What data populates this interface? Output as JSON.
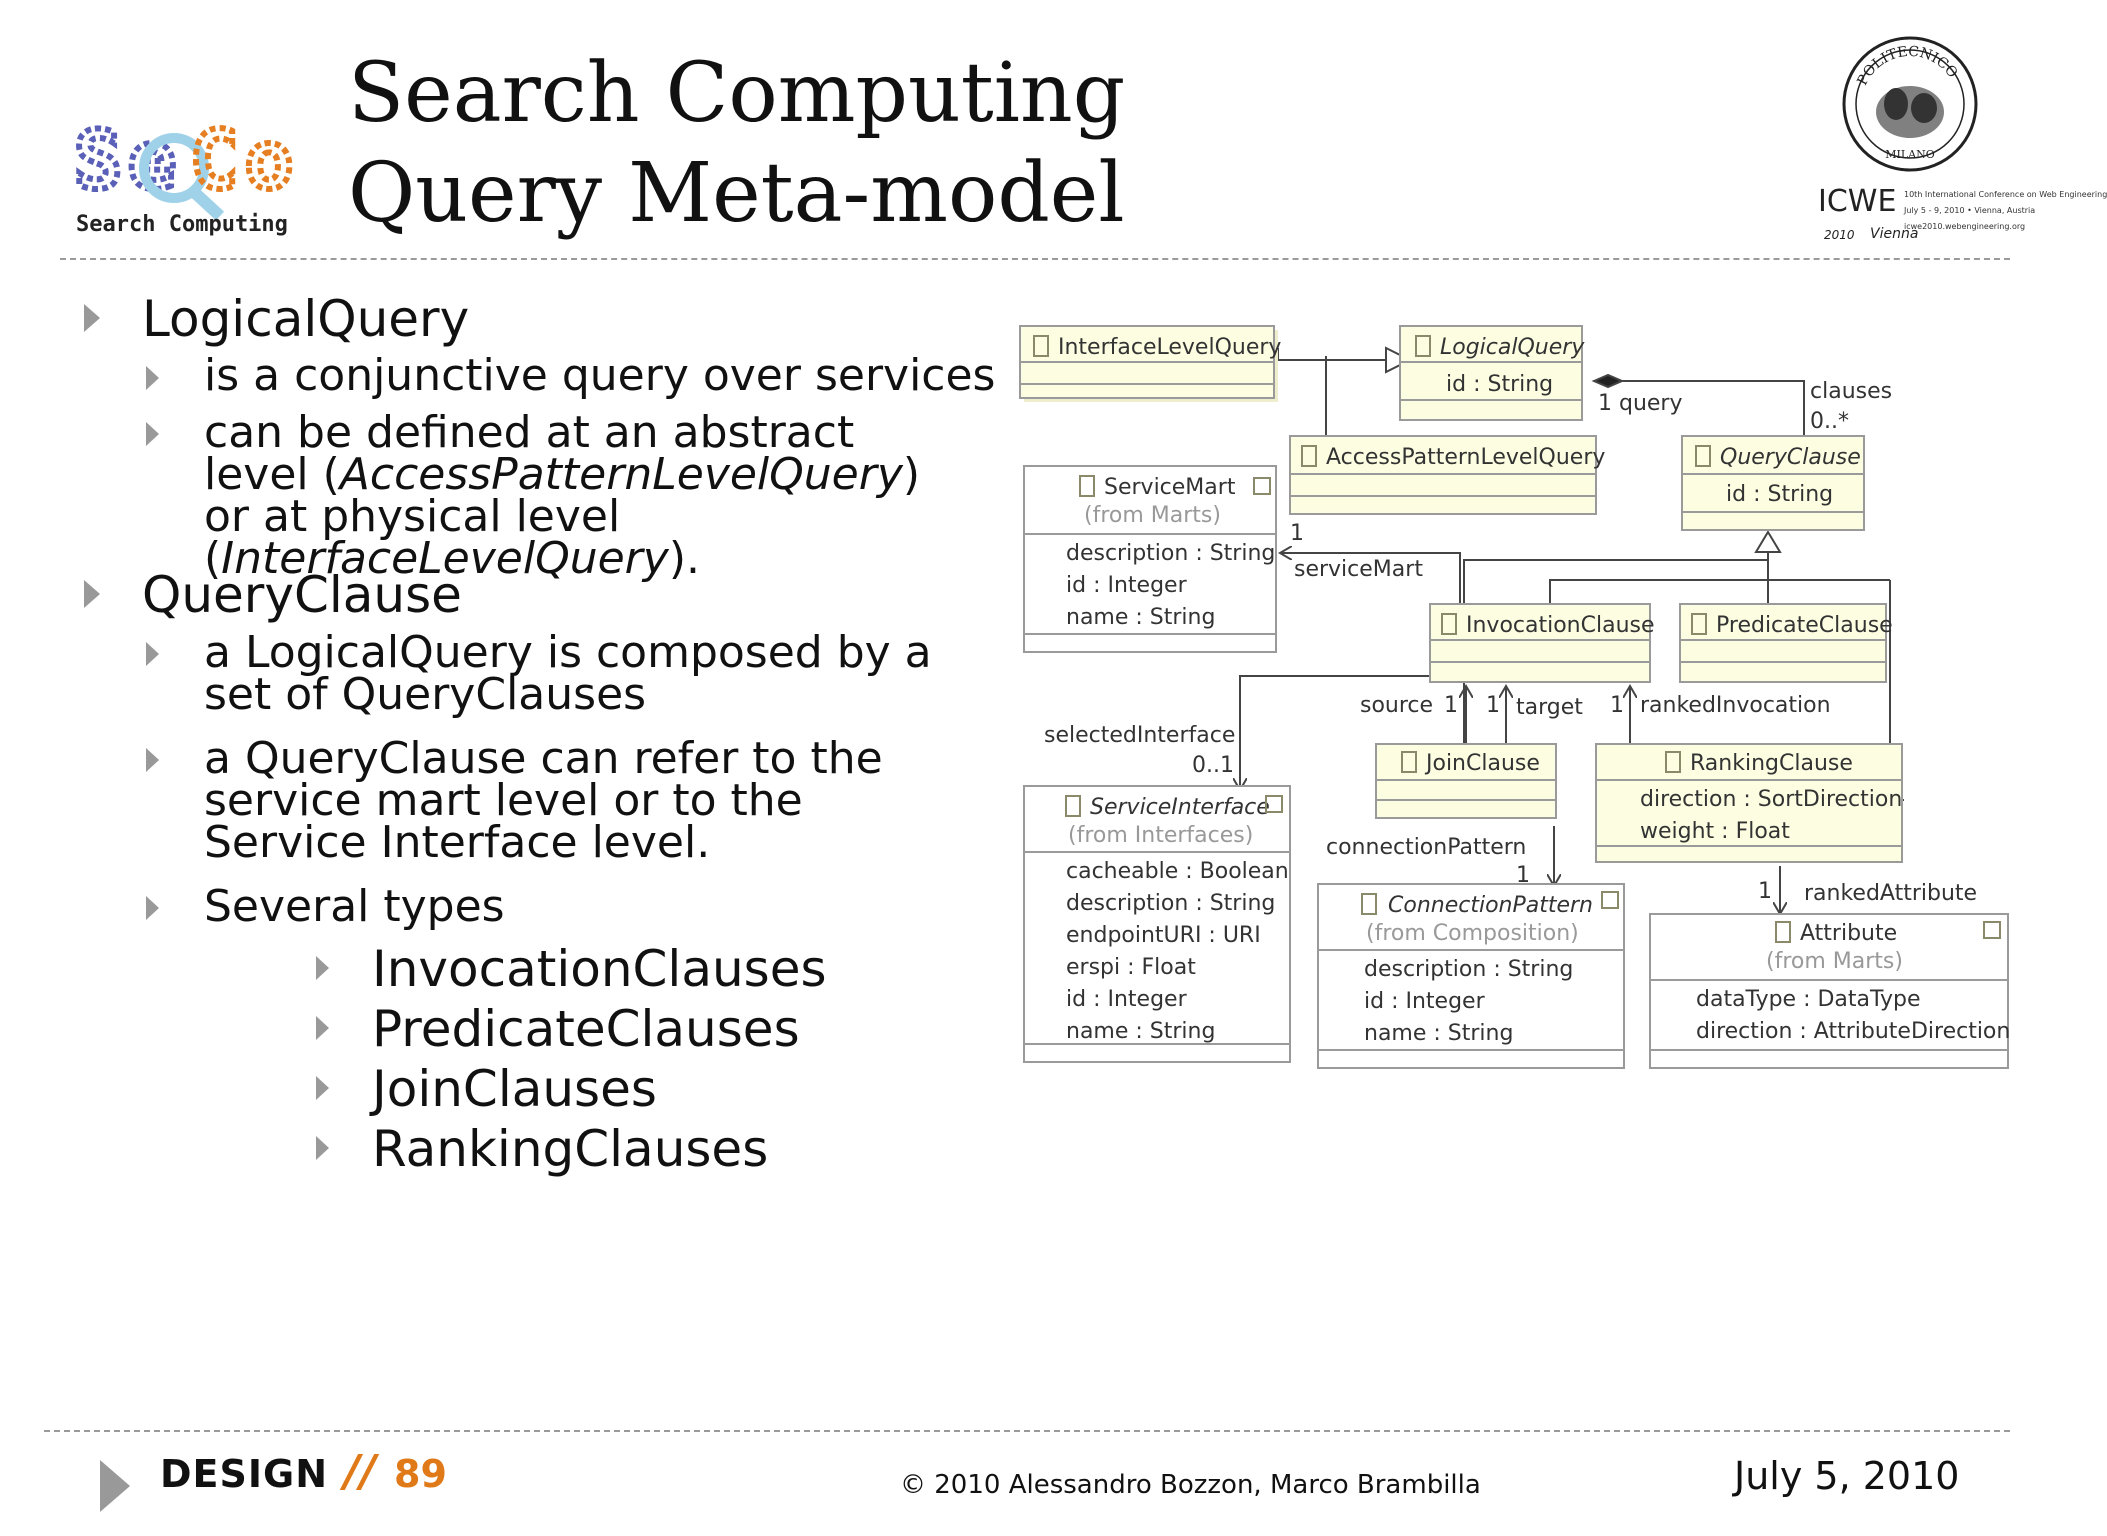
{
  "title": {
    "line1": "Search Computing",
    "line2": "Query Meta-model"
  },
  "logos": {
    "seco_caption": "Search Computing",
    "seco_letters": "SeCo",
    "polimi_top": "POLITECNICO",
    "polimi_bottom": "MILANO",
    "icwe_name": "ICWE",
    "icwe_year": "2010",
    "icwe_city": "Vienna",
    "icwe_line1": "10th International Conference on Web Engineering",
    "icwe_line2": "July 5 - 9, 2010 • Vienna, Austria",
    "icwe_line3": "icwe2010.webengineering.org"
  },
  "bullets": {
    "logical_query": "LogicalQuery",
    "lq_sub1": "is a conjunctive query over services",
    "lq_sub2_a": "can be defined at an abstract level (",
    "lq_sub2_b": "AccessPatternLevelQuery",
    "lq_sub2_c": ") or at physical level (",
    "lq_sub2_d": "InterfaceLevelQuery",
    "lq_sub2_e": ").",
    "query_clause": "QueryClause",
    "qc_sub1": "a LogicalQuery is composed by a set of QueryClauses",
    "qc_sub2": "a QueryClause can refer to the service mart level or to the Service Interface level.",
    "qc_sub3": "Several types",
    "types": [
      "InvocationClauses",
      "PredicateClauses",
      "JoinClauses",
      "RankingClauses"
    ]
  },
  "diagram": {
    "classes": {
      "interface_level_query": "InterfaceLevelQuery",
      "logical_query": "LogicalQuery",
      "logical_query_attr": "id : String",
      "access_pattern_level_query": "AccessPatternLevelQuery",
      "query_clause": "QueryClause",
      "query_clause_attr": "id : String",
      "service_mart": "ServiceMart",
      "service_mart_from": "(from Marts)",
      "service_mart_attrs": [
        "description : String",
        "id : Integer",
        "name : String"
      ],
      "invocation_clause": "InvocationClause",
      "predicate_clause": "PredicateClause",
      "join_clause": "JoinClause",
      "ranking_clause": "RankingClause",
      "ranking_clause_attrs": [
        "direction : SortDirection",
        "weight : Float"
      ],
      "service_interface": "ServiceInterface",
      "service_interface_from": "(from Interfaces)",
      "service_interface_attrs": [
        "cacheable : Boolean",
        "description : String",
        "endpointURI : URI",
        "erspi : Float",
        "id : Integer",
        "name : String"
      ],
      "connection_pattern": "ConnectionPattern",
      "connection_pattern_from": "(from Composition)",
      "connection_pattern_attrs": [
        "description : String",
        "id : Integer",
        "name : String"
      ],
      "attribute": "Attribute",
      "attribute_from": "(from Marts)",
      "attribute_attrs": [
        "dataType : DataType",
        "direction : AttributeDirection"
      ]
    },
    "labels": {
      "query_mult": "1 query",
      "clauses": "clauses",
      "clauses_mult": "0..*",
      "service_mart_mult": "1",
      "service_mart_role": "serviceMart",
      "source": "source",
      "source_mult": "1",
      "target_mult": "1",
      "target": "target",
      "ranked_inv_mult": "1",
      "ranked_invocation": "rankedInvocation",
      "selected_interface": "selectedInterface",
      "selected_interface_mult": "0..1",
      "connection_pattern_role": "connectionPattern",
      "connection_pattern_mult": "1",
      "ranked_attr_mult": "1",
      "ranked_attribute": "rankedAttribute"
    },
    "colors": {
      "class_fill": "#fdfde2",
      "class_border": "#9a9a9a",
      "line": "#444444"
    }
  },
  "footer": {
    "section": "DESIGN",
    "slashes": "//",
    "page": "89",
    "copyright": "© 2010 Alessandro Bozzon, Marco Brambilla",
    "date": "July 5, 2010"
  }
}
